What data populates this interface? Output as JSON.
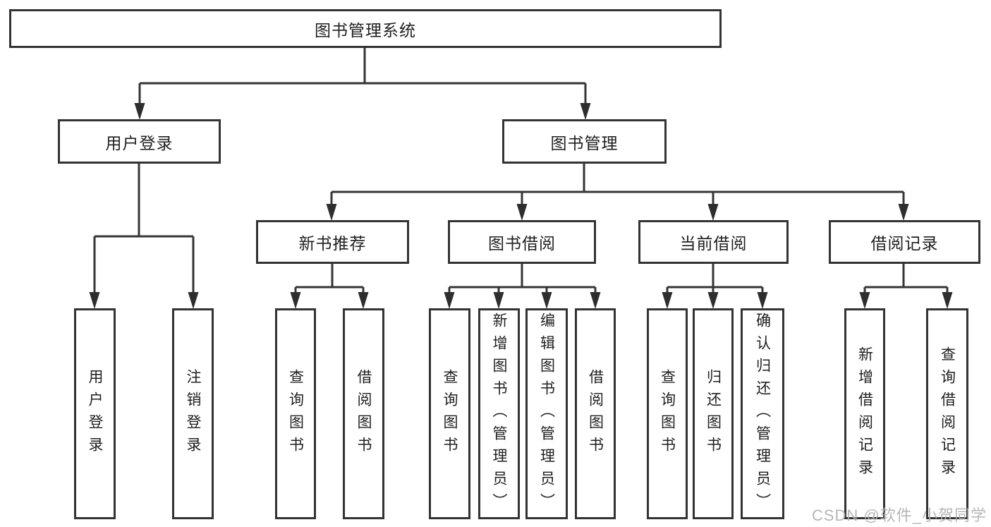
{
  "diagram": {
    "root": {
      "label": "图书管理系统"
    },
    "branches": [
      {
        "label": "用户登录",
        "children": [
          {
            "label": "用户登录"
          },
          {
            "label": "注销登录"
          }
        ]
      },
      {
        "label": "图书管理",
        "children": [
          {
            "label": "新书推荐",
            "children": [
              {
                "label": "查询图书"
              },
              {
                "label": "借阅图书"
              }
            ]
          },
          {
            "label": "图书借阅",
            "children": [
              {
                "label": "查询图书"
              },
              {
                "label": "新增图书（管理员）"
              },
              {
                "label": "编辑图书（管理员）"
              },
              {
                "label": "借阅图书"
              }
            ]
          },
          {
            "label": "当前借阅",
            "children": [
              {
                "label": "查询图书"
              },
              {
                "label": "归还图书"
              },
              {
                "label": "确认归还（管理员）"
              }
            ]
          },
          {
            "label": "借阅记录",
            "children": [
              {
                "label": "新增借阅记录"
              },
              {
                "label": "查询借阅记录"
              }
            ]
          }
        ]
      }
    ],
    "watermark": "CSDN @软件_小贺同学",
    "colors": {
      "line": "#353535",
      "border": "#333333",
      "text": "#1f1f1f",
      "background": "#ffffff",
      "watermark": "#b0b0b0"
    }
  }
}
